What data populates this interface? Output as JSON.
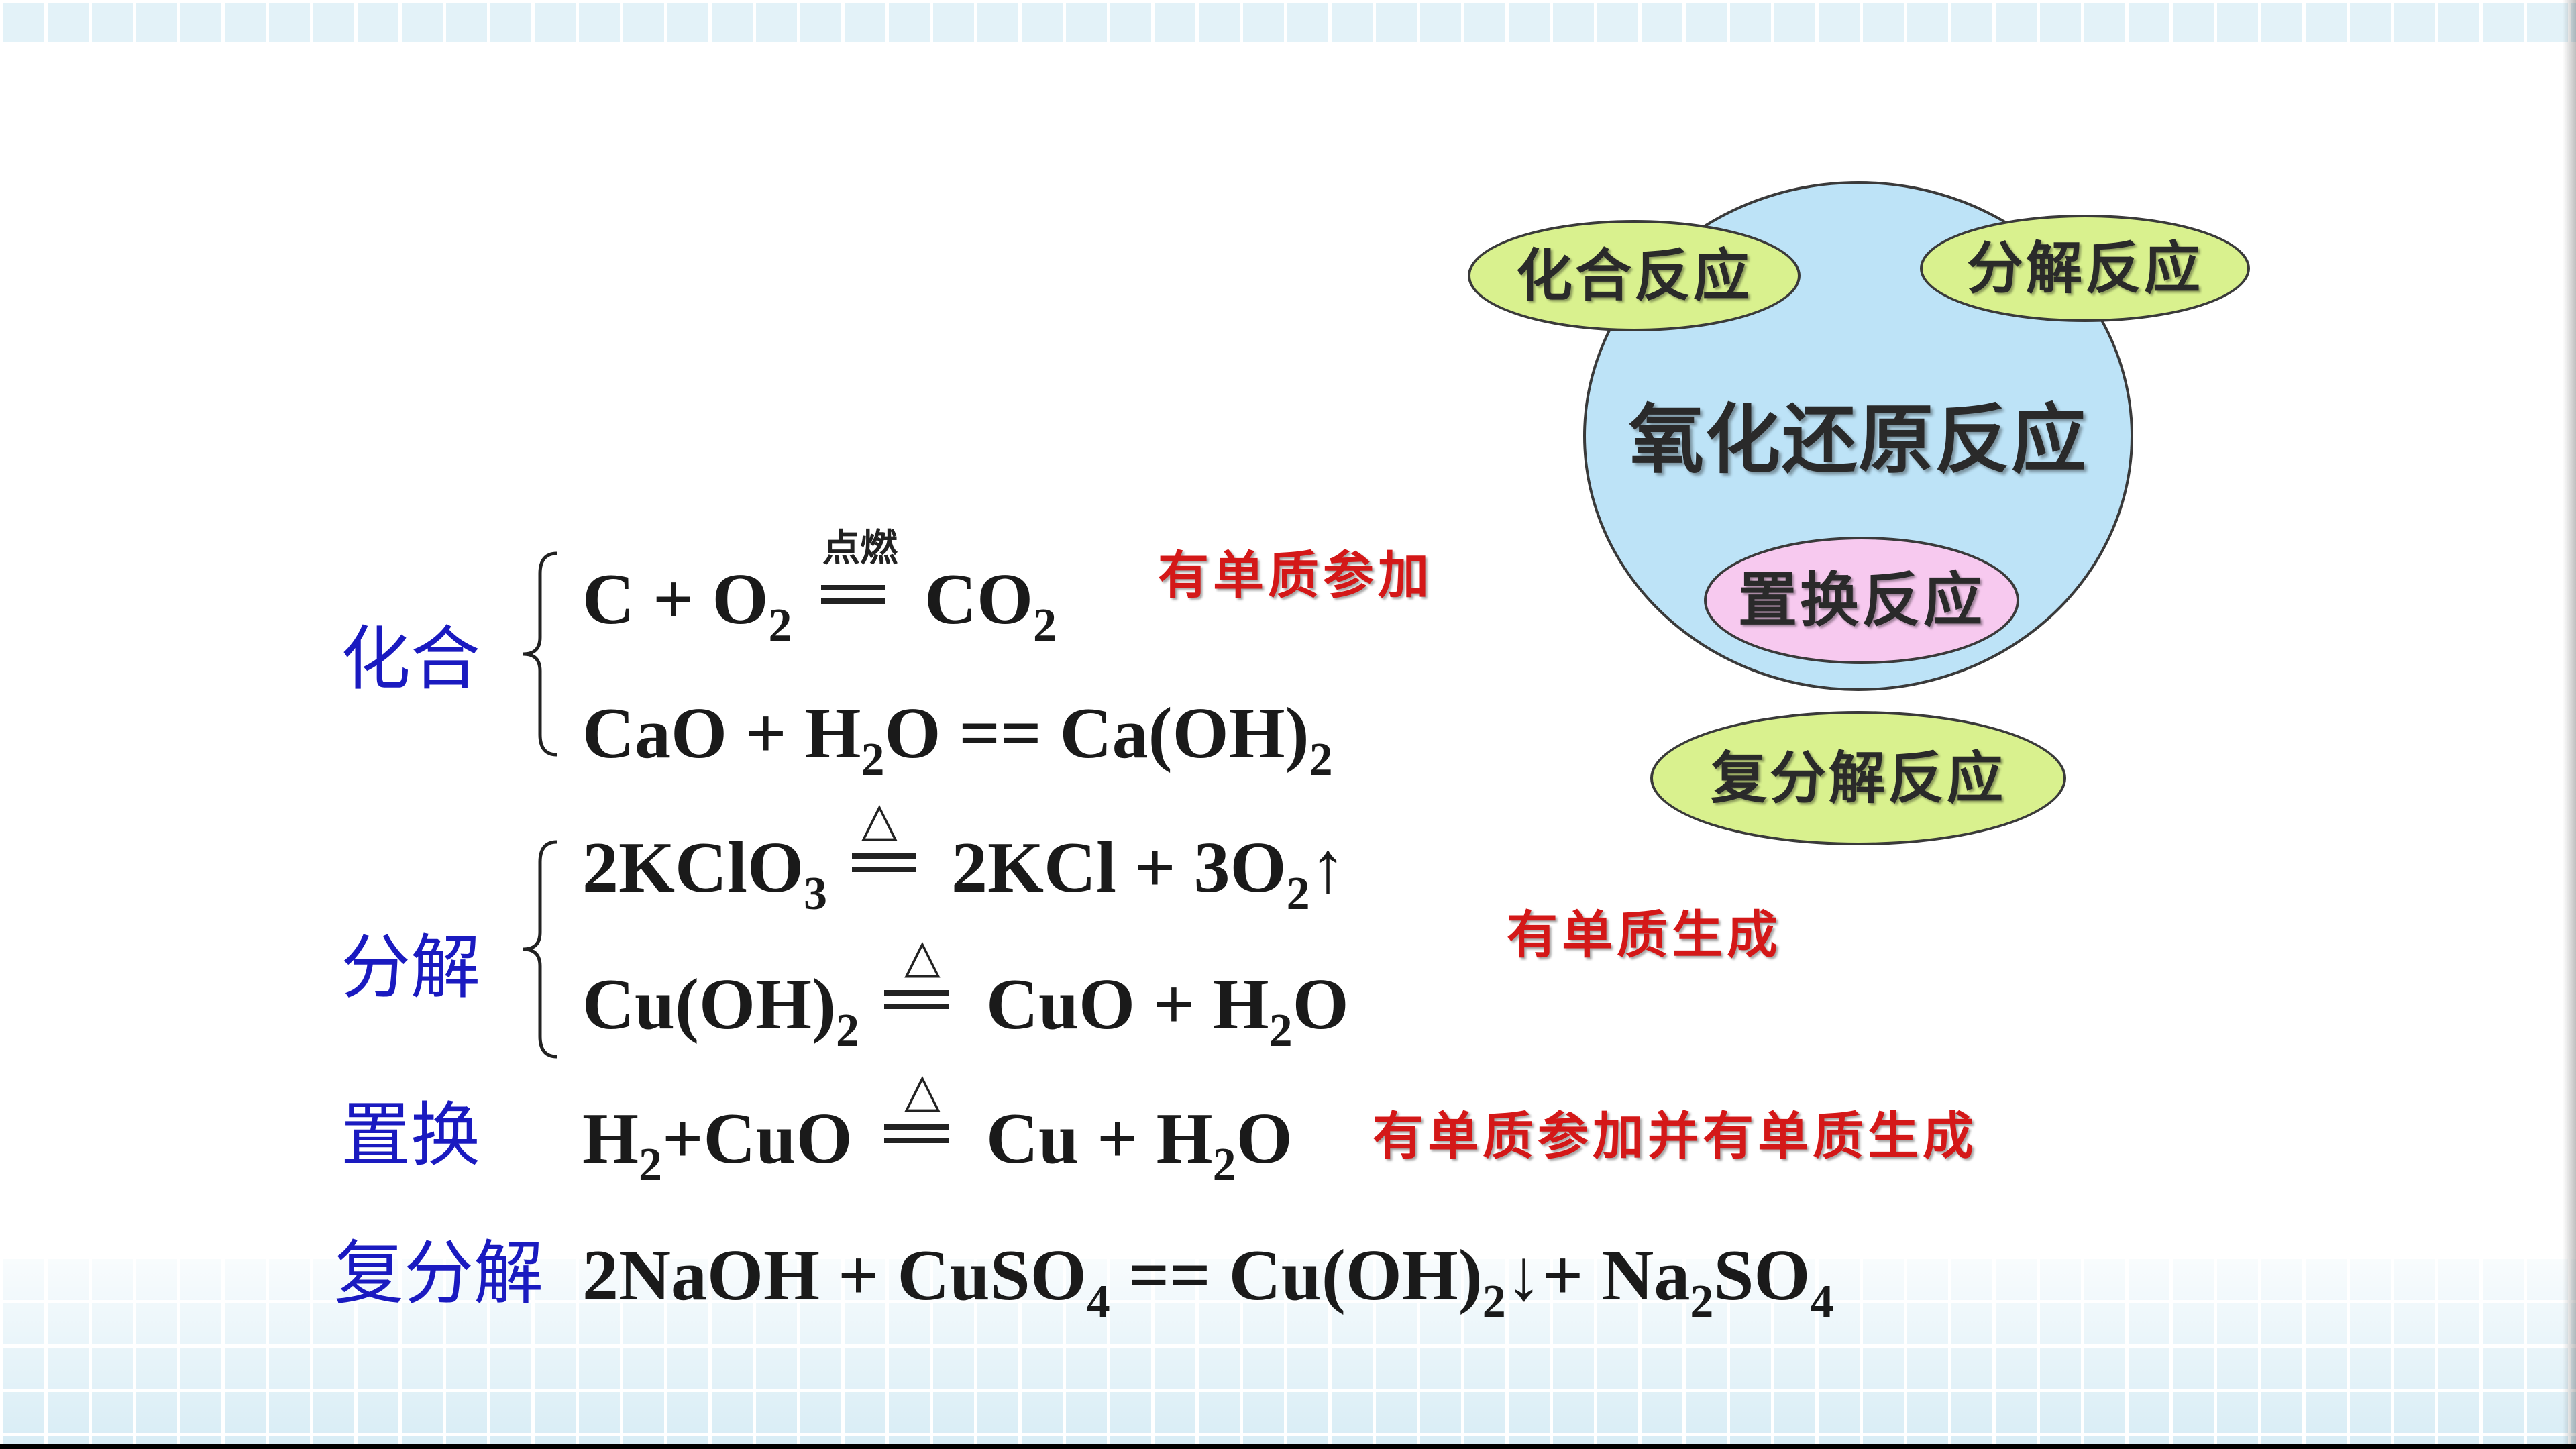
{
  "labels": {
    "combination": "化合",
    "decomposition": "分解",
    "displacement": "置换",
    "double_decomposition": "复分解"
  },
  "equations": {
    "combination_1": {
      "lhs": "C + O",
      "lhs_sub": "2",
      "condition": "点燃",
      "rhs": "CO",
      "rhs_sub": "2"
    },
    "combination_2": {
      "a": "CaO + H",
      "a_sub": "2",
      "b": "O == Ca(OH)",
      "b_sub": "2"
    },
    "decomposition_1": {
      "lhs": "2KClO",
      "lhs_sub": "3",
      "condition": "△",
      "rhs": "2KCl + 3O",
      "rhs_sub": "2",
      "rhs_tail": "↑"
    },
    "decomposition_2": {
      "lhs": "Cu(OH)",
      "lhs_sub": "2",
      "condition": "△",
      "rhs": "CuO + H",
      "rhs_sub": "2",
      "rhs_tail": "O"
    },
    "displacement_1": {
      "lhs": "H",
      "lhs_sub": "2",
      "lhs_tail": "+CuO",
      "condition": "△",
      "rhs": "Cu + H",
      "rhs_sub": "2",
      "rhs_tail": "O"
    },
    "double_1": {
      "a": "2NaOH + CuSO",
      "a_sub": "4",
      "b": " == Cu(OH)",
      "b_sub": "2",
      "c": "↓+ Na",
      "c_sub": "2",
      "d": "SO",
      "d_sub": "4"
    }
  },
  "notes": {
    "combination": "有单质参加",
    "decomposition": "有单质生成",
    "displacement": "有单质参加并有单质生成"
  },
  "diagram": {
    "center": "氧化还原反应",
    "combination": "化合反应",
    "decomposition": "分解反应",
    "displacement": "置换反应",
    "double_decomposition": "复分解反应"
  },
  "colors": {
    "label_blue": "#1a1ac0",
    "note_red": "#d41818",
    "circle_blue": "#bde3f7",
    "ellipse_green": "#d9f18e",
    "ellipse_pink": "#f7c9ef"
  }
}
